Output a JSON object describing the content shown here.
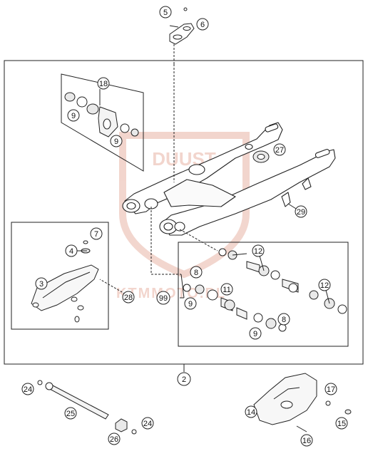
{
  "diagram": {
    "watermark": {
      "logo_text": "DUUST",
      "site_text": "KTMMOTO.PL",
      "color": "#e8b4a6"
    },
    "callouts": {
      "c2": "2",
      "c3": "3",
      "c4": "4",
      "c5": "5",
      "c6": "6",
      "c7": "7",
      "c8a": "8",
      "c8b": "8",
      "c9a": "9",
      "c9b": "9",
      "c9c": "9",
      "c9d": "9",
      "c11": "11",
      "c12a": "12",
      "c12b": "12",
      "c14": "14",
      "c15": "15",
      "c16": "16",
      "c17": "17",
      "c18": "18",
      "c24a": "24",
      "c24b": "24",
      "c25": "25",
      "c26": "26",
      "c27": "27",
      "c28": "28",
      "c29": "29",
      "c99": "99"
    },
    "colors": {
      "line": "#222222",
      "fill": "#ffffff",
      "shade": "#e9e9e9"
    }
  }
}
